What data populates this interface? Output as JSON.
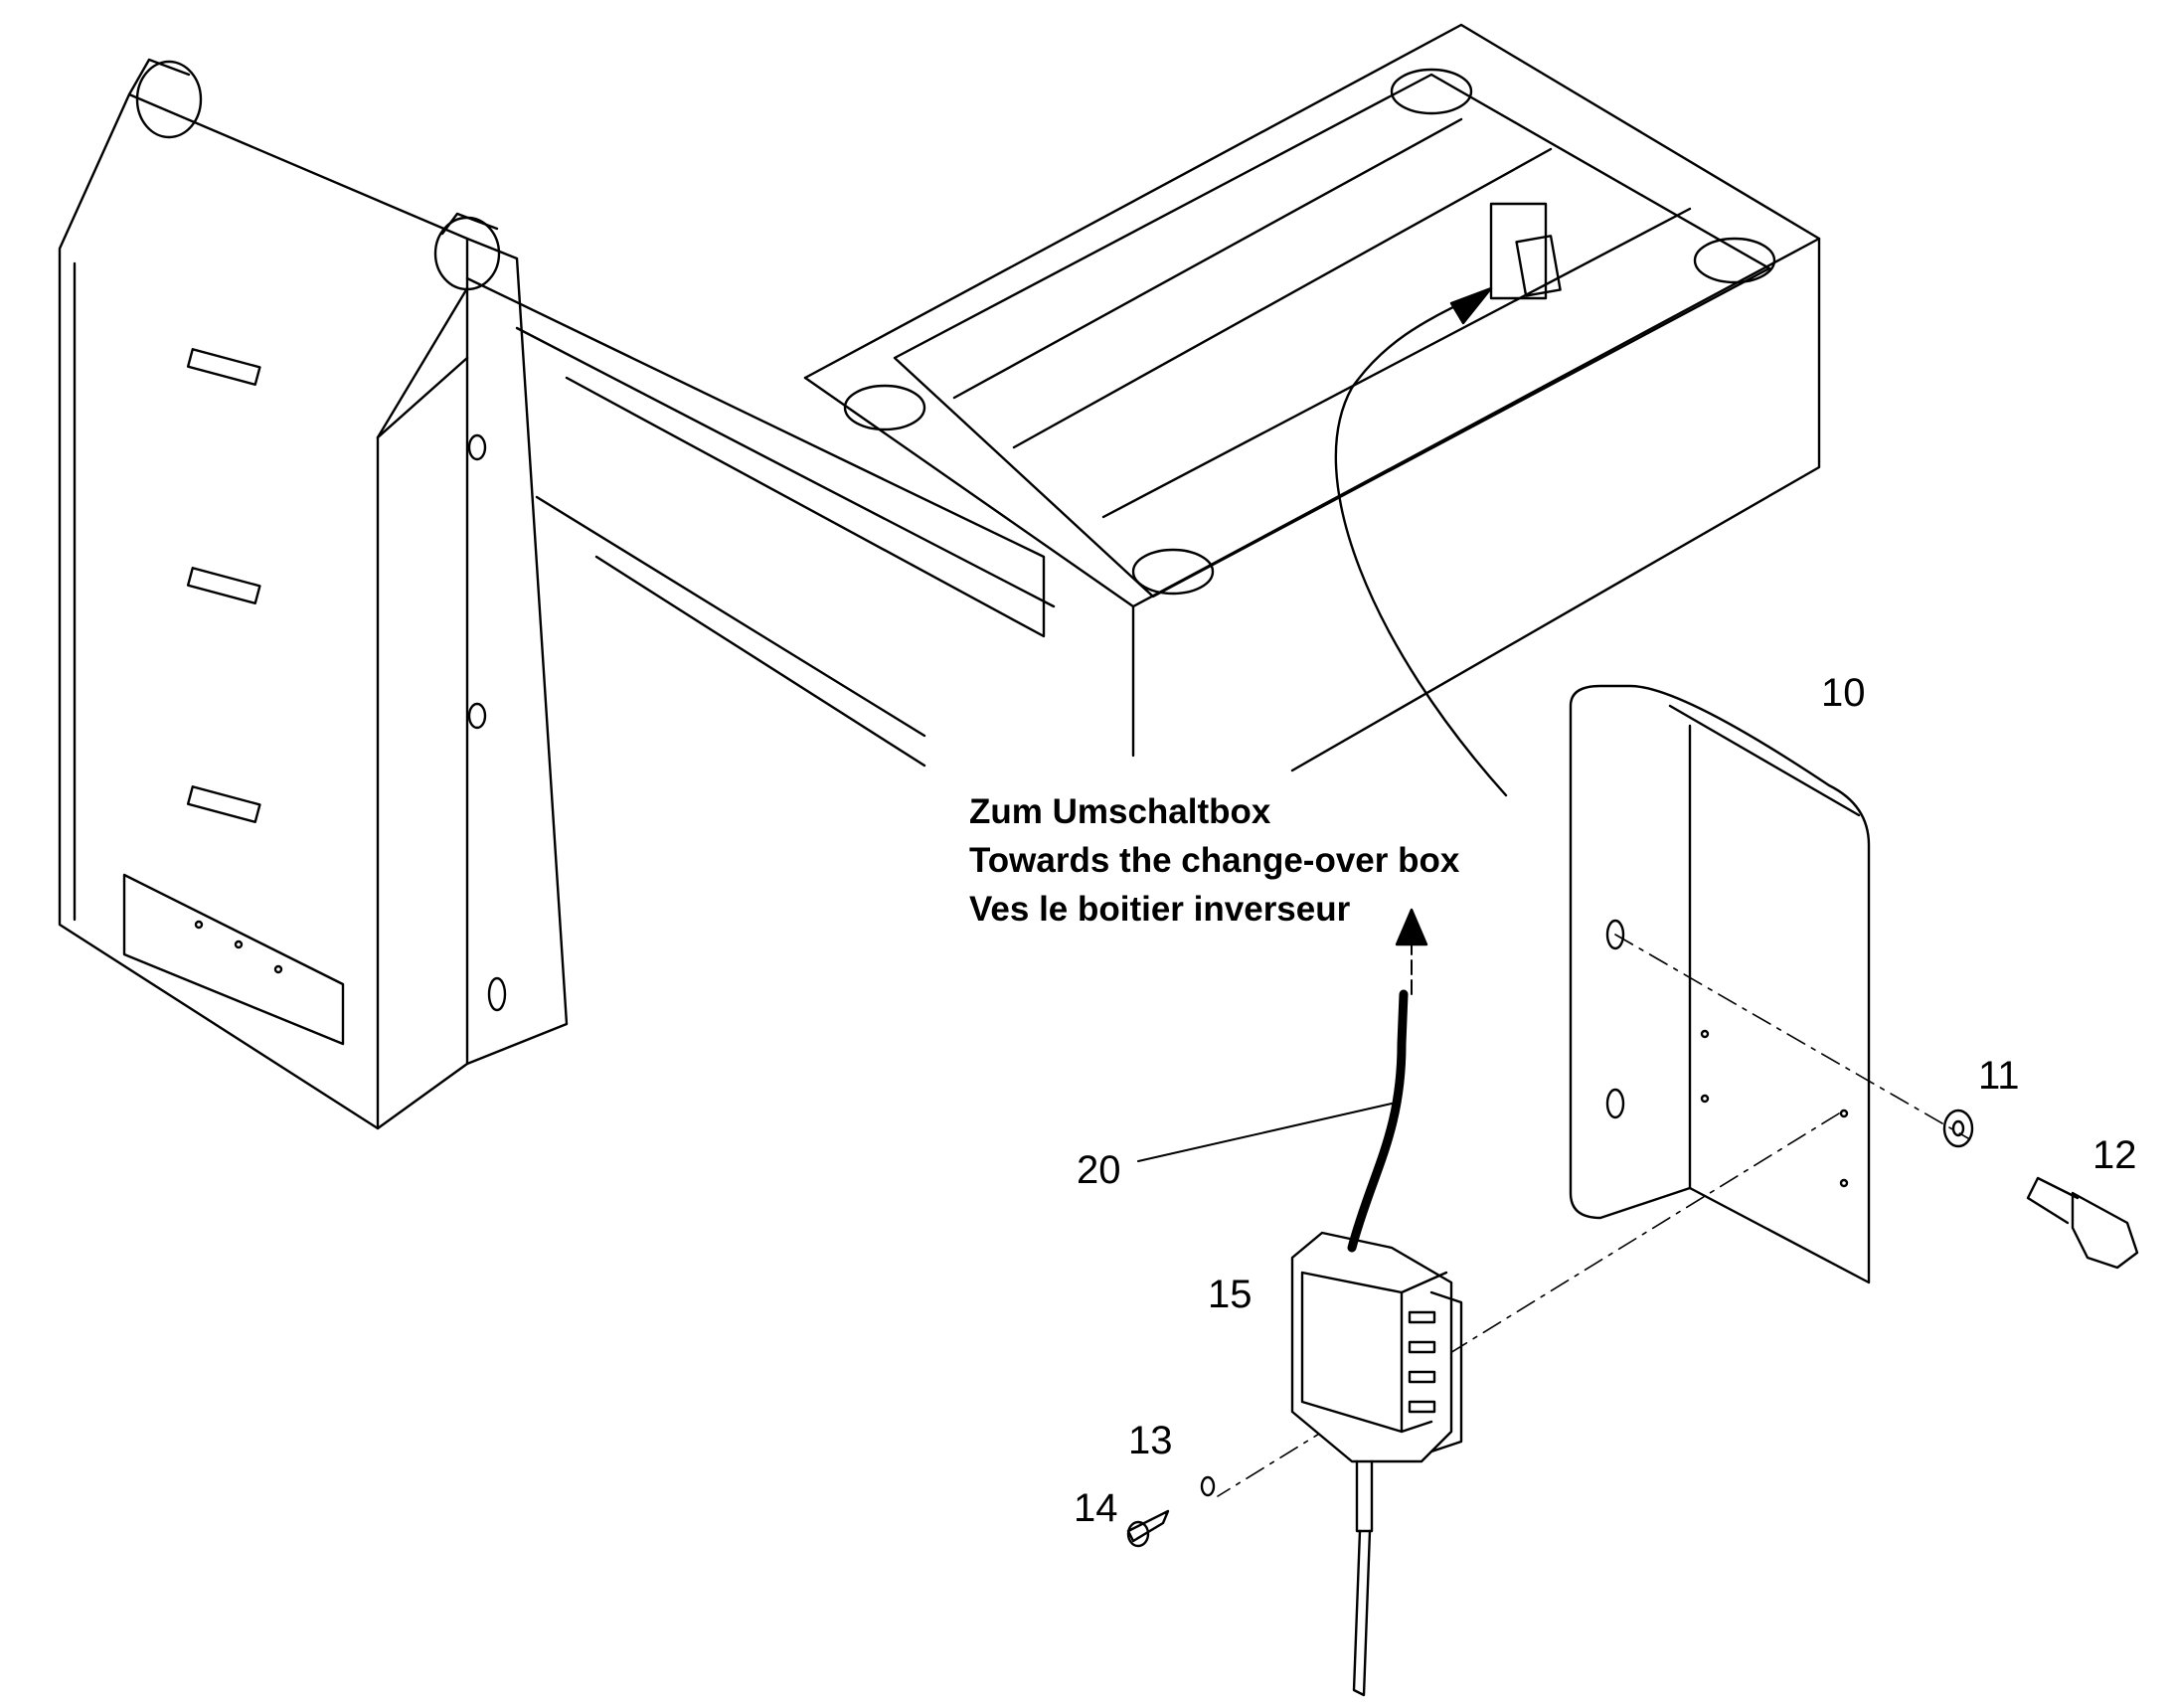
{
  "annotation": {
    "lines": [
      "Zum Umschaltbox",
      "Towards the change-over box",
      "Ves le boitier inverseur"
    ]
  },
  "callouts": {
    "c10": "10",
    "c11": "11",
    "c12": "12",
    "c13": "13",
    "c14": "14",
    "c15": "15",
    "c20": "20"
  },
  "colors": {
    "line": "#000000",
    "background": "#ffffff",
    "panel_fill": "#ffffff"
  }
}
